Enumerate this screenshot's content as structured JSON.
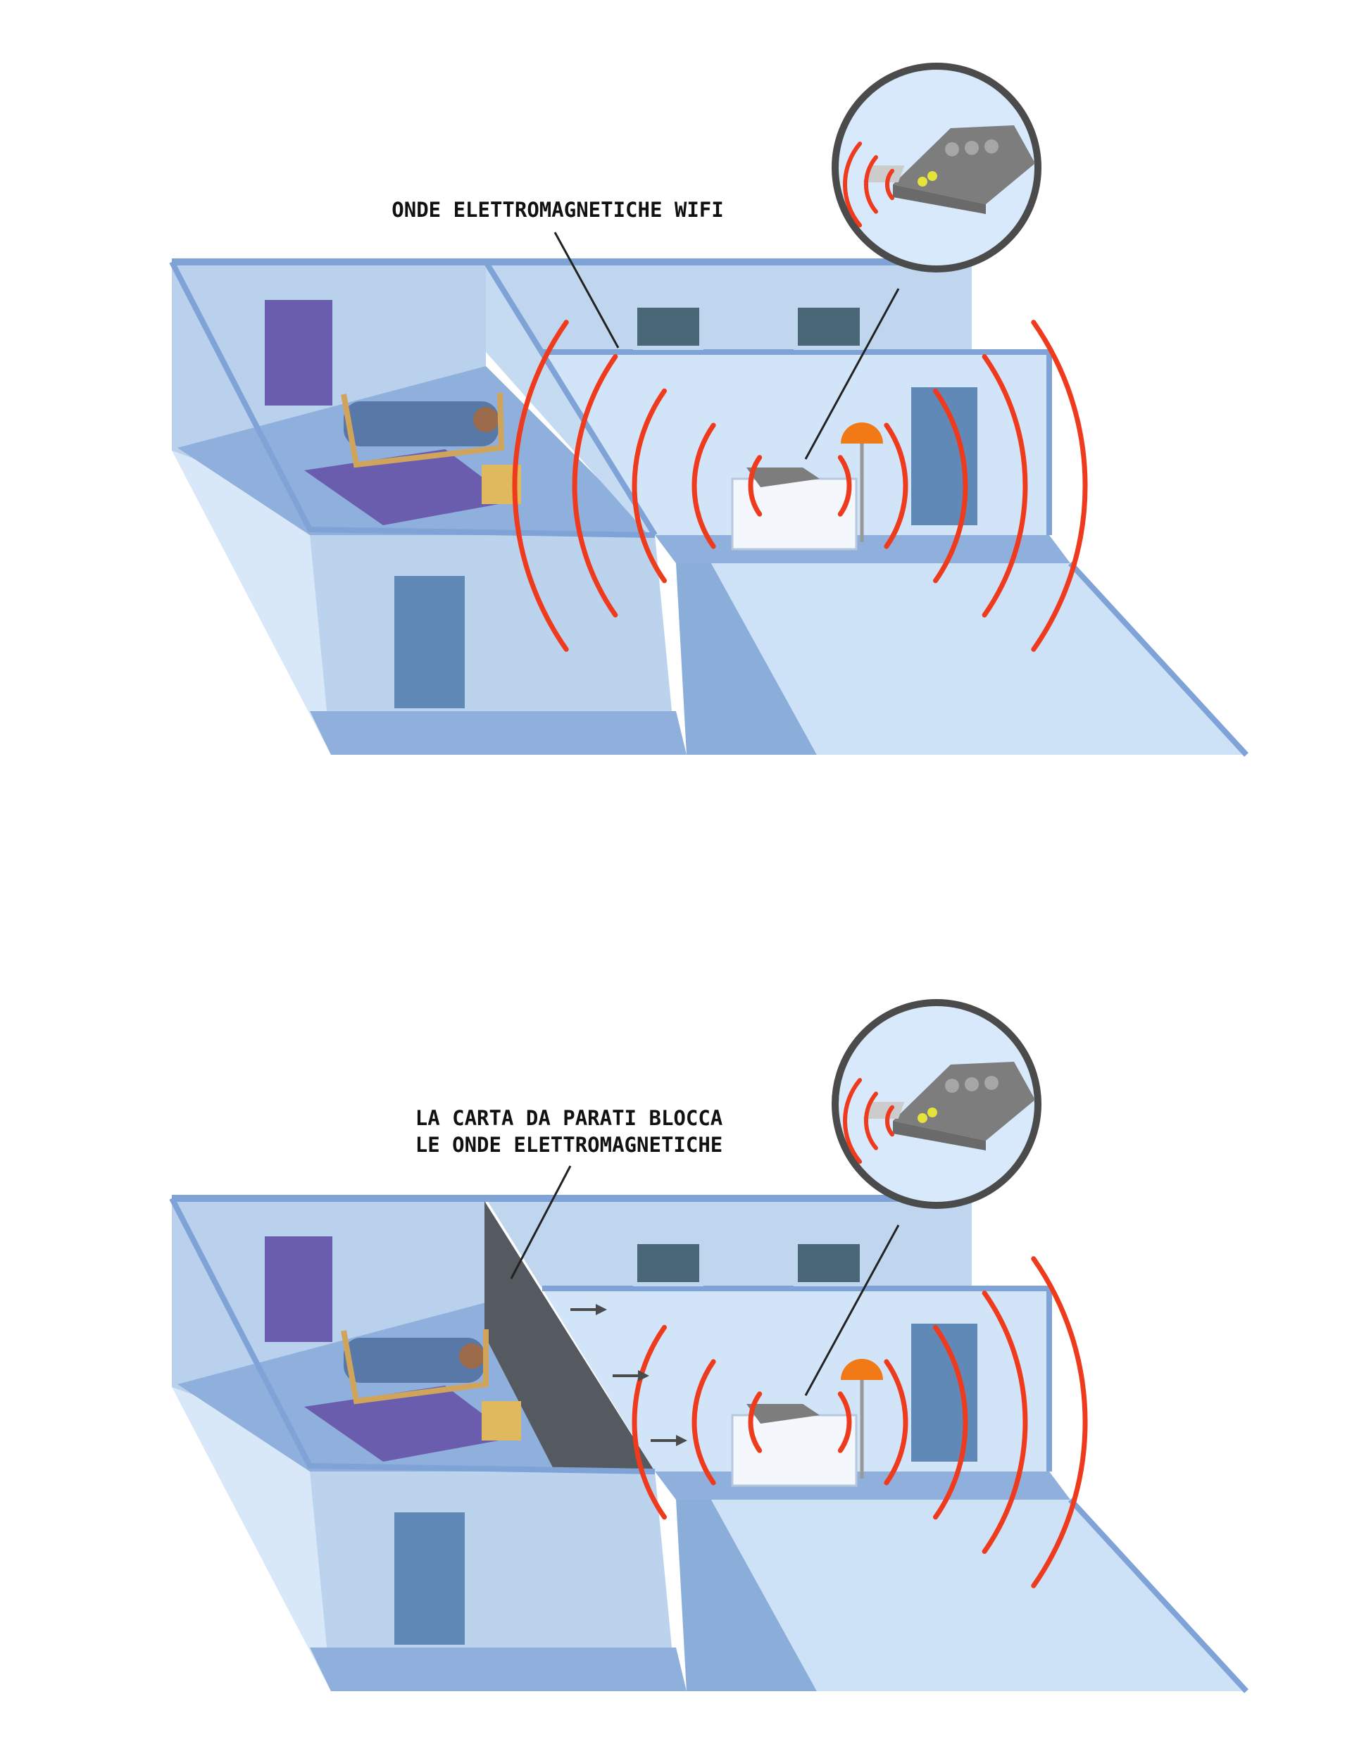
{
  "colors": {
    "wave": "#ee3a1d",
    "wall_light": "#d6e6f7",
    "wall_mid": "#b7d0eb",
    "floor": "#8cadd9",
    "trim": "#7fa3d6",
    "wallpaper": "#555a60",
    "router": "#8c8c8c",
    "door": "#6189b8",
    "blind": "#6a5dae",
    "lamp": "#f27a16"
  },
  "panels": [
    {
      "id": "without-wallpaper",
      "label_lines": [
        "ONDE ELETTROMAGNETICHE WIFI"
      ],
      "wallpaper_blocks_waves": false
    },
    {
      "id": "with-wallpaper",
      "label_lines": [
        "LA CARTA DA PARATI BLOCCA",
        "LE ONDE ELETTROMAGNETICHE"
      ],
      "wallpaper_blocks_waves": true
    }
  ]
}
